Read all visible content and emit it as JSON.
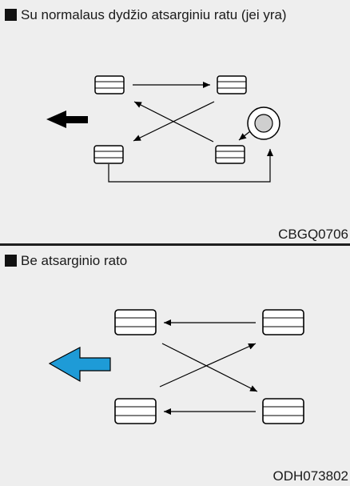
{
  "panels": [
    {
      "title": "Su normalaus dydžio atsarginiu ratu (jei yra)",
      "code": "CBGQ0706",
      "direction_arrow_color": "#000000"
    },
    {
      "title": "Be atsarginio rato",
      "code": "ODH073802",
      "direction_arrow_color": "#1e9bd7"
    }
  ],
  "icons": [
    "tire-icon",
    "spare-tire-icon",
    "direction-arrow-icon"
  ]
}
